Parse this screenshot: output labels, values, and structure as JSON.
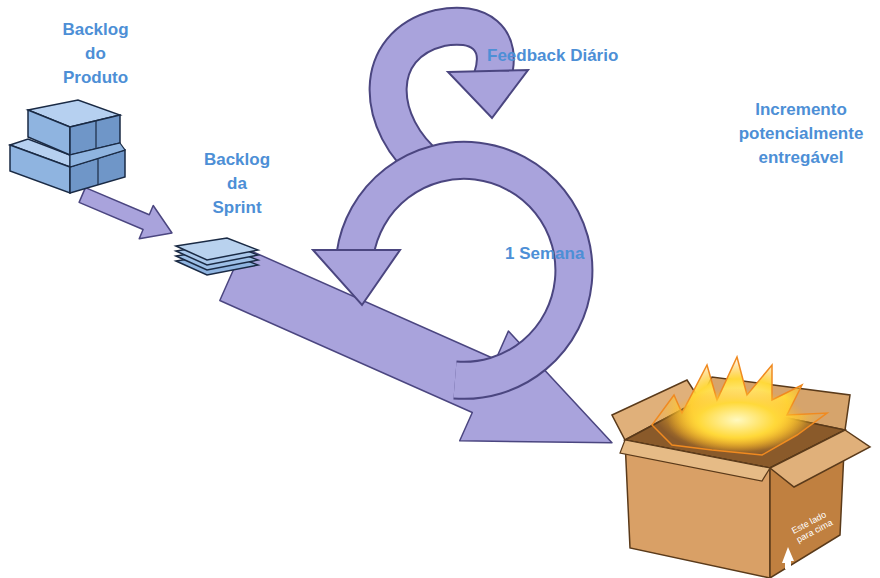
{
  "diagram": {
    "nodes": [
      {
        "text": [
          "Backlog do Produto"
        ]
      },
      {
        "text": [
          "Backlog da Sprint"
        ]
      },
      {
        "text": [
          "Incremento potencialmente entregável",
          "Este lado para cima"
        ]
      }
    ],
    "edges": [
      {
        "from": 0,
        "to": 1,
        "arrow": "to"
      },
      {
        "from": 1,
        "to": 2,
        "arrow": "to"
      }
    ],
    "labels": [
      "Feedback Diário",
      "1 Semana"
    ]
  }
}
